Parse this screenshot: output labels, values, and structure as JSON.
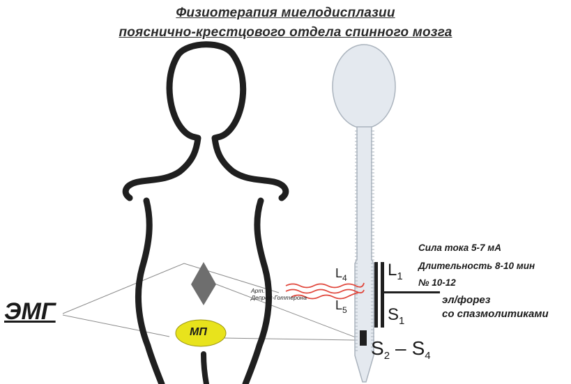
{
  "title": {
    "line1": "Физиотерапия  миелодисплазии",
    "line2": "пояснично-крестцового отдела спинного мозга"
  },
  "emg_label": "ЭМГ",
  "mp_label": "МП",
  "artery": {
    "line1": "Арт.",
    "line2": "Депрож-Готтерона"
  },
  "levels": {
    "L4": {
      "letter": "L",
      "sub": "4"
    },
    "L5": {
      "letter": "L",
      "sub": "5"
    },
    "L1": {
      "letter": "L",
      "sub": "1"
    },
    "S1": {
      "letter": "S",
      "sub": "1"
    },
    "S2_S4": {
      "letter_a": "S",
      "sub_a": "2",
      "dash": "–",
      "letter_b": "S",
      "sub_b": "4"
    }
  },
  "treatment": {
    "current": "Сила тока  5-7 мА",
    "duration": "Длительность 8-10 мин",
    "count": "№ 10-12",
    "electro_line1": "эл/форез",
    "electro_line2": "со спазмолитиками"
  },
  "colors": {
    "outline": "#1f1f1f",
    "spine_fill": "#e4e9ef",
    "spine_stroke": "#aab3bd",
    "mp_fill": "#e8e31c",
    "artery": "#e0453a",
    "diamond": "#6e6e6e",
    "line": "#8a8a8a"
  }
}
